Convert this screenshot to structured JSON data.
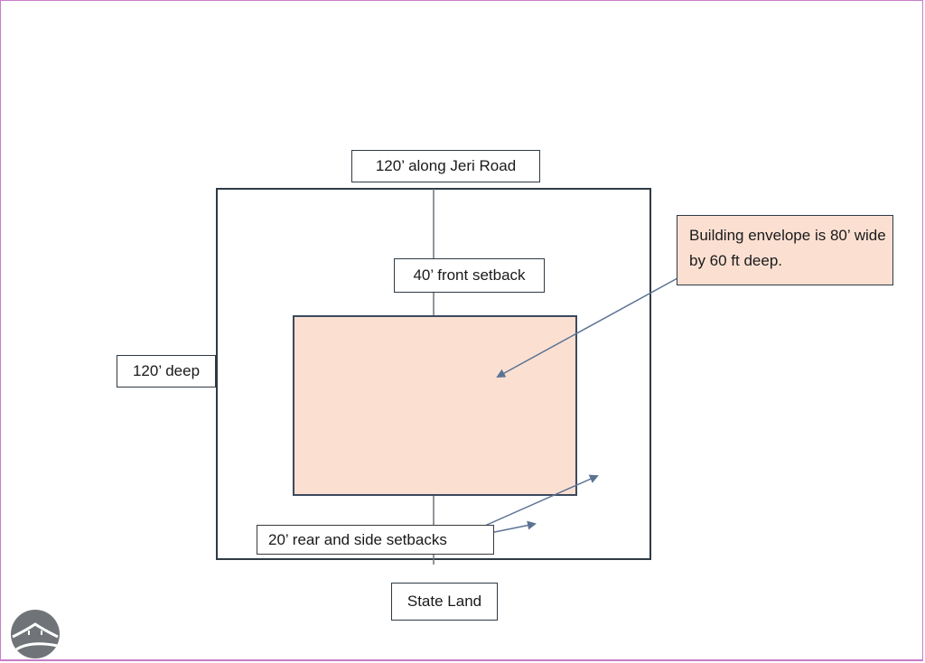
{
  "labels": {
    "road": "120’ along Jeri Road",
    "front_setback": "40’ front setback",
    "depth": "120’ deep",
    "envelope_note": "Building envelope is 80’ wide by 60 ft deep.",
    "rear_side_setbacks": "20’ rear and side setbacks",
    "rear_boundary": "State Land"
  },
  "colors": {
    "envelope_fill": "#fbe0d2",
    "outline": "#2f3a44",
    "arrow": "#5b7393",
    "frame_border": "#c77dc7",
    "logo": "#707478"
  },
  "logo": {
    "icon": "house-roof-logo-icon"
  }
}
